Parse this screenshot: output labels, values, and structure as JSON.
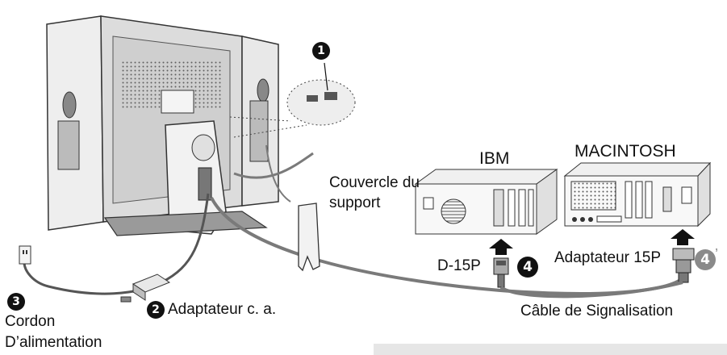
{
  "callouts": {
    "c1": "1",
    "c2": "2",
    "c3": "3",
    "c4": "4",
    "c4p": "4"
  },
  "labels": {
    "ibm": "IBM",
    "macintosh": "MACINTOSH",
    "couvercle_line1": "Couvercle du",
    "couvercle_line2": "support",
    "d15p": "D-15P",
    "adaptateur_15p": "Adaptateur 15P",
    "cable_signal": "Câble de Signalisation",
    "adaptateur_ca": "Adaptateur c. a.",
    "cordon_line1": "Cordon",
    "cordon_line2": "D’alimentation",
    "prime_mark": "’"
  },
  "colors": {
    "ink": "#111111",
    "monitor": "#d9d9d9",
    "cable": "#7a7a7a",
    "badge_grey": "#8a8a8a"
  }
}
